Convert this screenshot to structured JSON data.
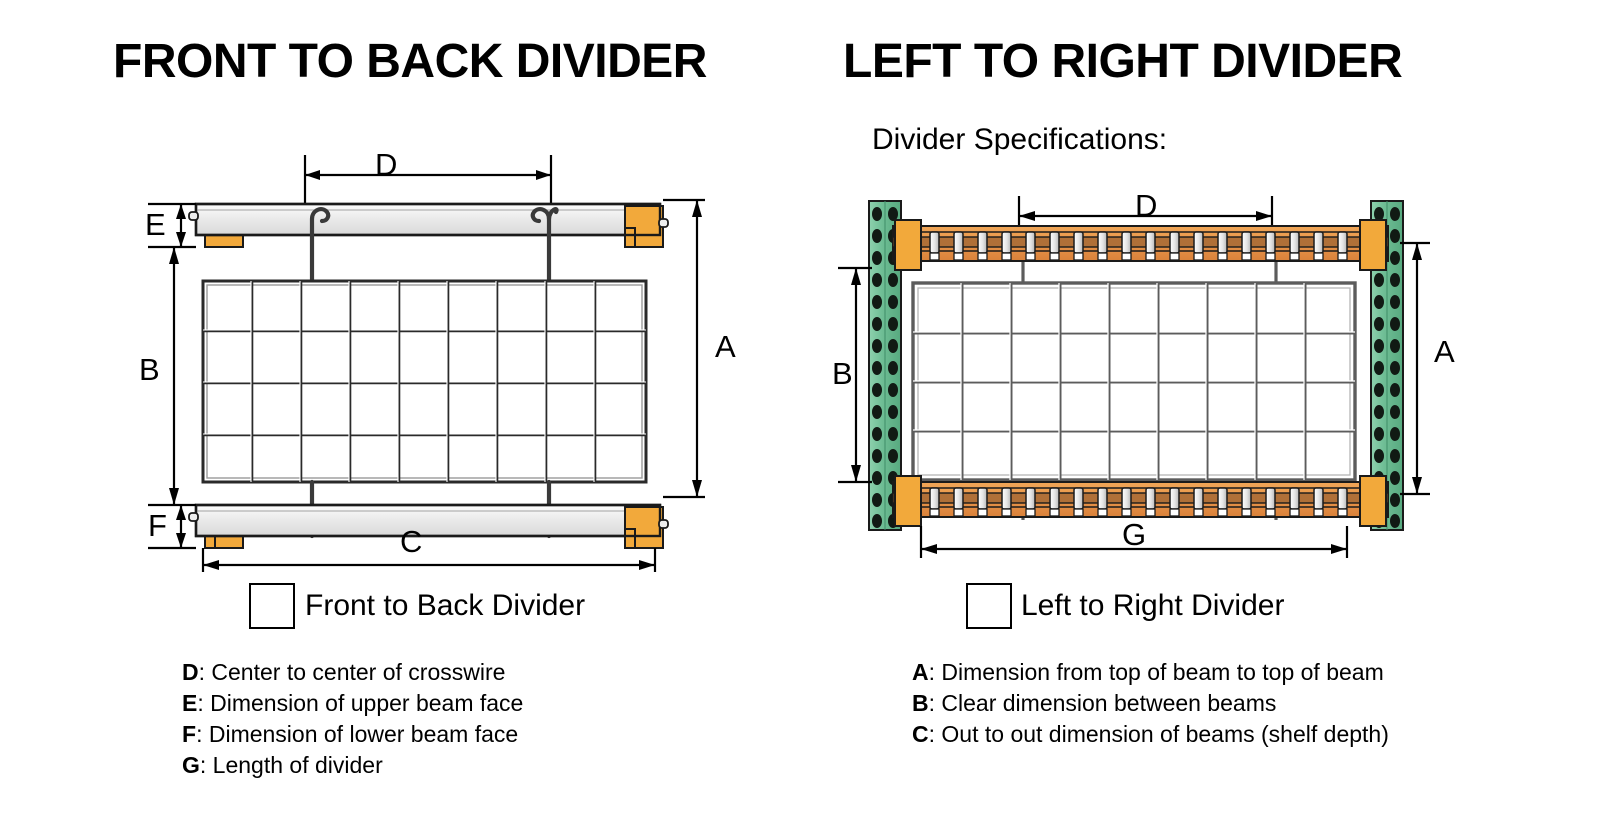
{
  "titles": {
    "left": "FRONT TO BACK DIVIDER",
    "right": "LEFT TO RIGHT DIVIDER"
  },
  "spec_heading": "Divider Specifications:",
  "left_panel": {
    "dimension_labels": [
      "D",
      "E",
      "B",
      "A",
      "F",
      "C"
    ],
    "legend": {
      "label": "Front to Back Divider",
      "swatch_color": "#ffffff"
    },
    "notes": [
      {
        "key": "D",
        "text": ": Center to center of crosswire"
      },
      {
        "key": "E",
        "text": ":  Dimension of upper beam face"
      },
      {
        "key": "F",
        "text": ":  Dimension of lower beam face"
      },
      {
        "key": "G",
        "text": ": Length of divider"
      }
    ]
  },
  "right_panel": {
    "dimension_labels": [
      "D",
      "B",
      "A",
      "G"
    ],
    "legend": {
      "label": "Left to Right Divider",
      "swatch_color": "#ffffff"
    },
    "notes": [
      {
        "key": "A",
        "text": ": Dimension from top of beam to top of beam"
      },
      {
        "key": "B",
        "text": ": Clear dimension between beams"
      },
      {
        "key": "C",
        "text": ": Out to out dimension of beams (shelf depth)"
      }
    ]
  },
  "colors": {
    "beam_gray": "#e9e9e9",
    "bracket_orange": "#f2a93b",
    "beam_orange": "#e8954a",
    "upright_green": "#6fbe95",
    "hole_dark": "#111a14",
    "wire_gray": "#f2f2f2",
    "outline": "#1a1a1a"
  },
  "mesh": {
    "rows": 4,
    "columns": 9
  },
  "hooks": {
    "count": 20
  }
}
